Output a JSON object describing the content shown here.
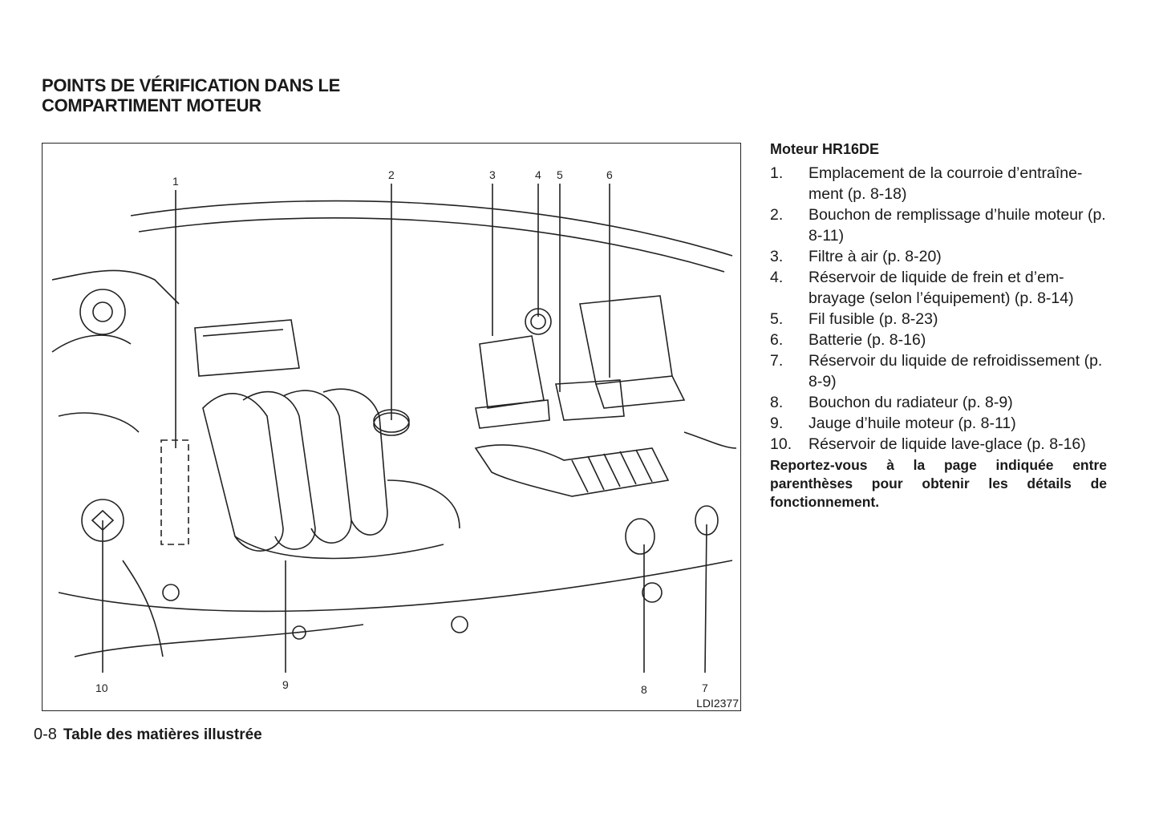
{
  "page": {
    "title_line1": "POINTS DE VÉRIFICATION DANS LE",
    "title_line2": "COMPARTIMENT MOTEUR"
  },
  "figure": {
    "code": "LDI2377",
    "callouts": [
      "1",
      "2",
      "3",
      "4",
      "5",
      "6",
      "7",
      "8",
      "9",
      "10"
    ]
  },
  "legend": {
    "heading": "Moteur HR16DE",
    "items": [
      {
        "num": "1.",
        "text": "Emplacement de la courroie d’entraîne-ment (p. 8-18)"
      },
      {
        "num": "2.",
        "text": "Bouchon de remplissage d’huile moteur (p. 8-11)"
      },
      {
        "num": "3.",
        "text": "Filtre à air (p. 8-20)"
      },
      {
        "num": "4.",
        "text": "Réservoir de liquide de frein et d’em-brayage (selon l’équipement) (p. 8-14)"
      },
      {
        "num": "5.",
        "text": "Fil fusible (p. 8-23)"
      },
      {
        "num": "6.",
        "text": "Batterie (p. 8-16)"
      },
      {
        "num": "7.",
        "text": "Réservoir du liquide de refroidissement (p. 8-9)"
      },
      {
        "num": "8.",
        "text": "Bouchon du radiateur (p. 8-9)"
      },
      {
        "num": "9.",
        "text": "Jauge d’huile moteur (p. 8-11)"
      },
      {
        "num": "10.",
        "text": "Réservoir de liquide lave-glace (p. 8-16)"
      }
    ],
    "note": "Reportez-vous à la page indiquée entre parenthèses pour obtenir les détails de fonctionnement."
  },
  "footer": {
    "page_number": "0-8",
    "section": "Table des matières illustrée"
  }
}
